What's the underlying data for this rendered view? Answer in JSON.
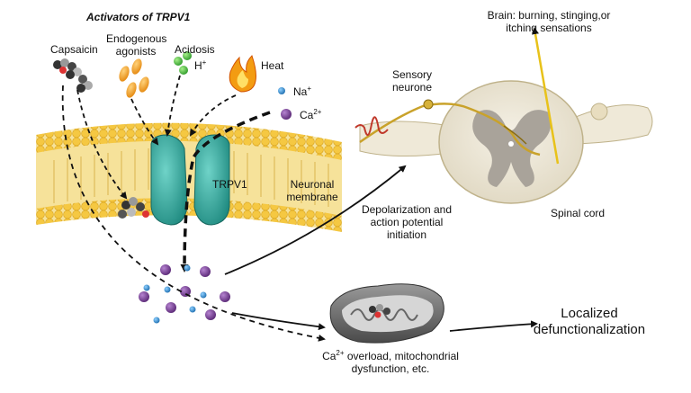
{
  "diagram": {
    "title": "Activators of TRPV1",
    "activators": {
      "capsaicin": "Capsaicin",
      "endogenous_line1": "Endogenous",
      "endogenous_line2": "agonists",
      "acidosis": "Acidosis",
      "h_ion": "H",
      "h_ion_sup": "+",
      "heat": "Heat"
    },
    "ions": {
      "na": "Na",
      "na_sup": "+",
      "ca": "Ca",
      "ca_sup": "2+"
    },
    "channel_label": "TRPV1",
    "membrane_line1": "Neuronal",
    "membrane_line2": "membrane",
    "brain_line1": "Brain: burning, stinging,or",
    "brain_line2": "itching sensations",
    "sensory_line1": "Sensory",
    "sensory_line2": "neurone",
    "spinal_cord": "Spinal cord",
    "depol_line1": "Depolarization and",
    "depol_line2": "action potential",
    "depol_line3": "initiation",
    "overload_ca": "Ca",
    "overload_sup": "2+",
    "overload_rest": " overload, mitochondrial",
    "overload_line2": "dysfunction, etc.",
    "outcome_line1": "Localized",
    "outcome_line2": "defunctionalization"
  },
  "colors": {
    "membrane_yellow": "#f3c63b",
    "channel_teal": "#2aa59a",
    "calcium_purple": "#7b3f98",
    "sodium_blue": "#2f8fd1",
    "nerve_gold": "#c9a22a",
    "signal_red": "#c0392b"
  }
}
